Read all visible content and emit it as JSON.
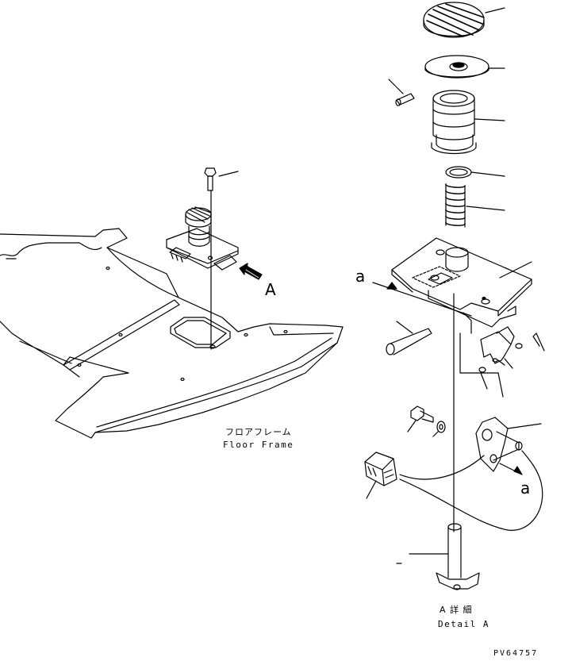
{
  "drawing": {
    "stroke_color": "#000000",
    "background_color": "#ffffff"
  },
  "labels": {
    "floor_frame_jp": "フロアフレーム",
    "floor_frame_en": "Floor Frame",
    "view_arrow": "A",
    "section_a_left": "a",
    "section_a_right": "a",
    "detail_jp": "A 詳 細",
    "detail_en": "Detail A",
    "drawing_code": "PV64757"
  }
}
